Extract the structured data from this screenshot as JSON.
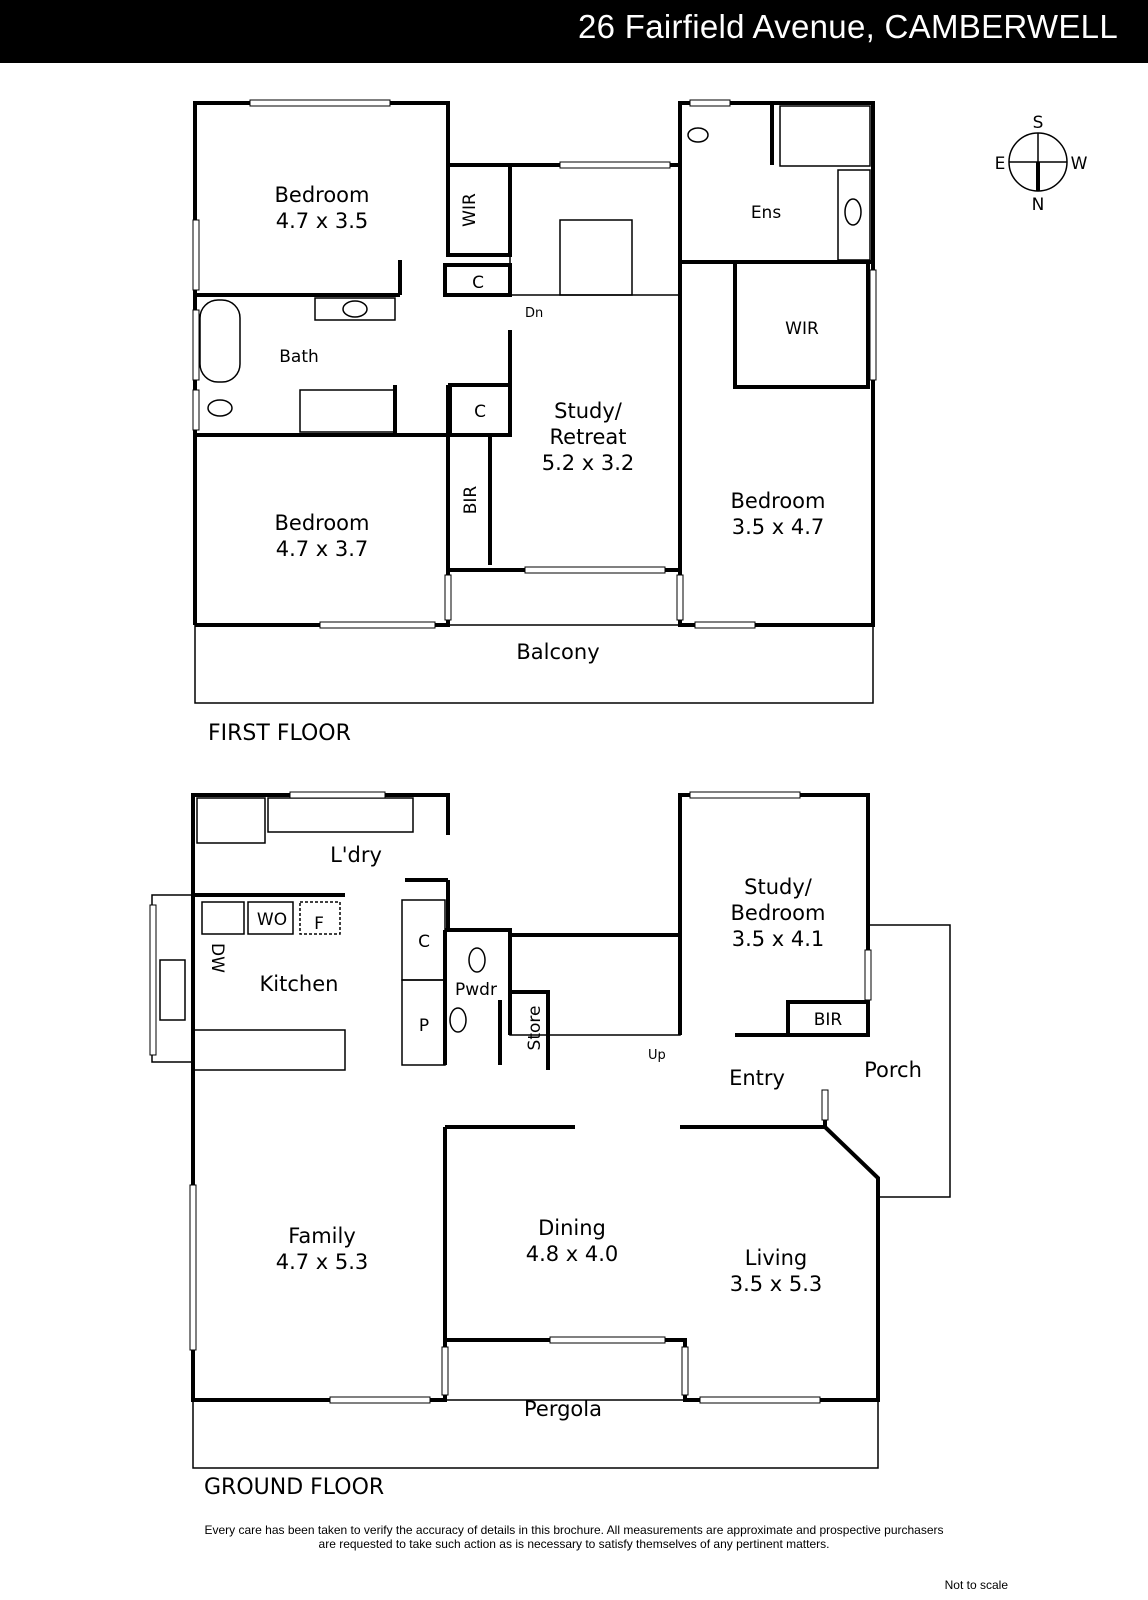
{
  "header": {
    "title": "26 Fairfield Avenue, CAMBERWELL"
  },
  "compass": {
    "s": "S",
    "e": "E",
    "w": "W",
    "n": "N"
  },
  "first_floor": {
    "label": "FIRST FLOOR",
    "rooms": {
      "bed1": {
        "name": "Bedroom",
        "size": "4.7 x 3.5"
      },
      "bath": {
        "name": "Bath"
      },
      "bed2": {
        "name": "Bedroom",
        "size": "4.7 x 3.7"
      },
      "study": {
        "name": "Study/",
        "name2": "Retreat",
        "size": "5.2 x 3.2"
      },
      "bed3": {
        "name": "Bedroom",
        "size": "3.5 x 4.7"
      },
      "ens": {
        "name": "Ens"
      },
      "wir1": "WIR",
      "wir2": "WIR",
      "c1": "C",
      "c2": "C",
      "bir": "BIR",
      "dn": "Dn",
      "balcony": "Balcony"
    }
  },
  "ground_floor": {
    "label": "GROUND FLOOR",
    "rooms": {
      "ldry": "L'dry",
      "kitchen": "Kitchen",
      "dw": "DW",
      "wo": "WO",
      "f": "F",
      "c": "C",
      "p": "P",
      "pwdr": "Pwdr",
      "store": "Store",
      "up": "Up",
      "study": {
        "name": "Study/",
        "name2": "Bedroom",
        "size": "3.5 x 4.1"
      },
      "bir": "BIR",
      "entry": "Entry",
      "porch": "Porch",
      "family": {
        "name": "Family",
        "size": "4.7 x 5.3"
      },
      "dining": {
        "name": "Dining",
        "size": "4.8 x 4.0"
      },
      "living": {
        "name": "Living",
        "size": "3.5 x 5.3"
      },
      "pergola": "Pergola"
    }
  },
  "footer": {
    "disclaimer1": "Every care has been taken to verify the accuracy of details in this brochure.  All measurements are approximate and prospective purchasers",
    "disclaimer2": "are requested to take such action as is necessary to satisfy themselves of any pertinent matters.",
    "not_to_scale": "Not to scale"
  }
}
